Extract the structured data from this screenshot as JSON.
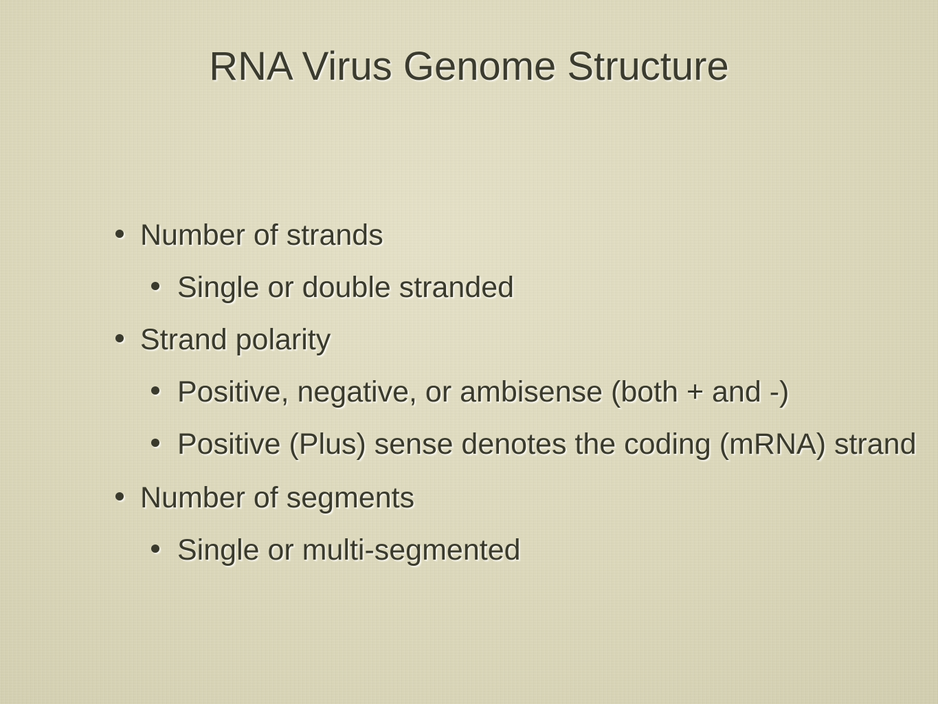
{
  "slide": {
    "title": "RNA Virus Genome Structure",
    "bullets": [
      {
        "level": 1,
        "text": "Number of strands"
      },
      {
        "level": 2,
        "text": "Single or double stranded"
      },
      {
        "level": 1,
        "text": "Strand polarity"
      },
      {
        "level": 2,
        "text": "Positive, negative, or ambisense (both + and -)"
      },
      {
        "level": 2,
        "text": "Positive (Plus) sense denotes the coding (mRNA) strand"
      },
      {
        "level": 1,
        "text": "Number of segments"
      },
      {
        "level": 2,
        "text": "Single or multi-segmented"
      }
    ]
  }
}
